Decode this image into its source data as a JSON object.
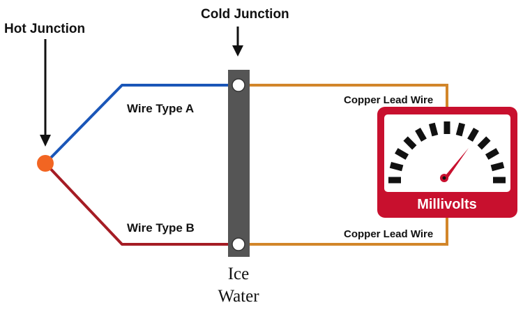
{
  "labels": {
    "hot_junction": "Hot Junction",
    "cold_junction": "Cold Junction",
    "wire_a": "Wire Type A",
    "wire_b": "Wire Type B",
    "copper_top": "Copper Lead Wire",
    "copper_bottom": "Copper Lead Wire",
    "meter": "Millivolts",
    "ice_line1": "Ice",
    "ice_line2": "Water"
  },
  "colors": {
    "wire_a": "#1a56b8",
    "wire_b": "#a51c24",
    "copper": "#d2862a",
    "hot_junction": "#f26522",
    "block": "#555555",
    "meter_red": "#c8102e",
    "meter_needle": "#c8102e",
    "arrow": "#111111"
  },
  "icons": {
    "meter": "gauge-icon",
    "arrows": "arrow-down-icon"
  }
}
